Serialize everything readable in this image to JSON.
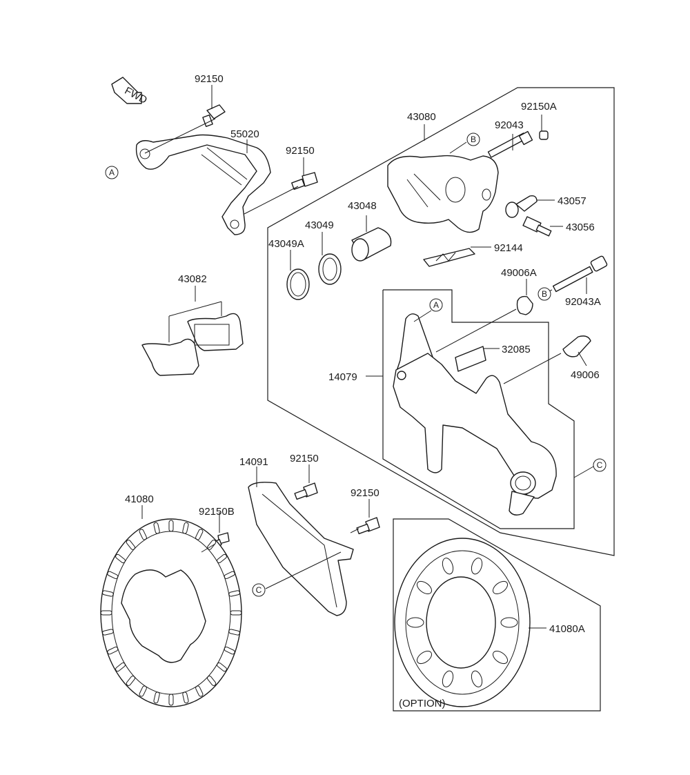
{
  "fwd_label": "FWD",
  "part_numbers": {
    "p92150_top": "92150",
    "p55020": "55020",
    "p92150_mid": "92150",
    "p43080": "43080",
    "p92150A": "92150A",
    "p92043": "92043",
    "p43057": "43057",
    "p43056": "43056",
    "p43048": "43048",
    "p43049": "43049",
    "p43049A": "43049A",
    "p92144": "92144",
    "p43082": "43082",
    "p49006A": "49006A",
    "p92043A": "92043A",
    "p32085": "32085",
    "p14079": "14079",
    "p49006": "49006",
    "p14091": "14091",
    "p92150_low1": "92150",
    "p92150_low2": "92150",
    "p41080": "41080",
    "p92150B": "92150B",
    "p41080A": "41080A"
  },
  "ref_markers": {
    "a1": "A",
    "a2": "A",
    "b1": "B",
    "b2": "B",
    "c1": "C",
    "c2": "C"
  },
  "option_label": "(OPTION)"
}
